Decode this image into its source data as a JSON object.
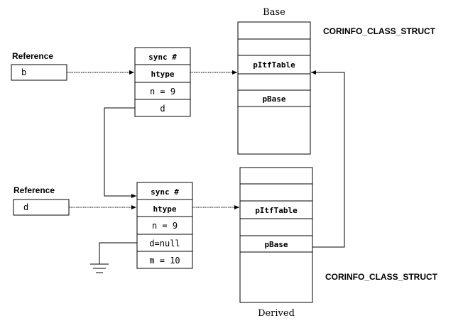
{
  "base_class": {
    "title": "Base",
    "struct_label": "CORINFO_CLASS_STRUCT",
    "slot_itf": "pItfTable",
    "slot_base": "pBase"
  },
  "derived_class": {
    "title": "Derived",
    "struct_label": "CORINFO_CLASS_STRUCT",
    "slot_itf": "pItfTable",
    "slot_base": "pBase"
  },
  "ref_b": {
    "heading": "Reference",
    "value": "b"
  },
  "ref_d": {
    "heading": "Reference",
    "value": "d"
  },
  "object_b": {
    "sync": "sync #",
    "htype": "htype",
    "field_n": "n = 9",
    "field_d": "d"
  },
  "object_d": {
    "sync": "sync #",
    "htype": "htype",
    "field_n": "n = 9",
    "field_d": "d=null",
    "field_m": "m = 10"
  }
}
